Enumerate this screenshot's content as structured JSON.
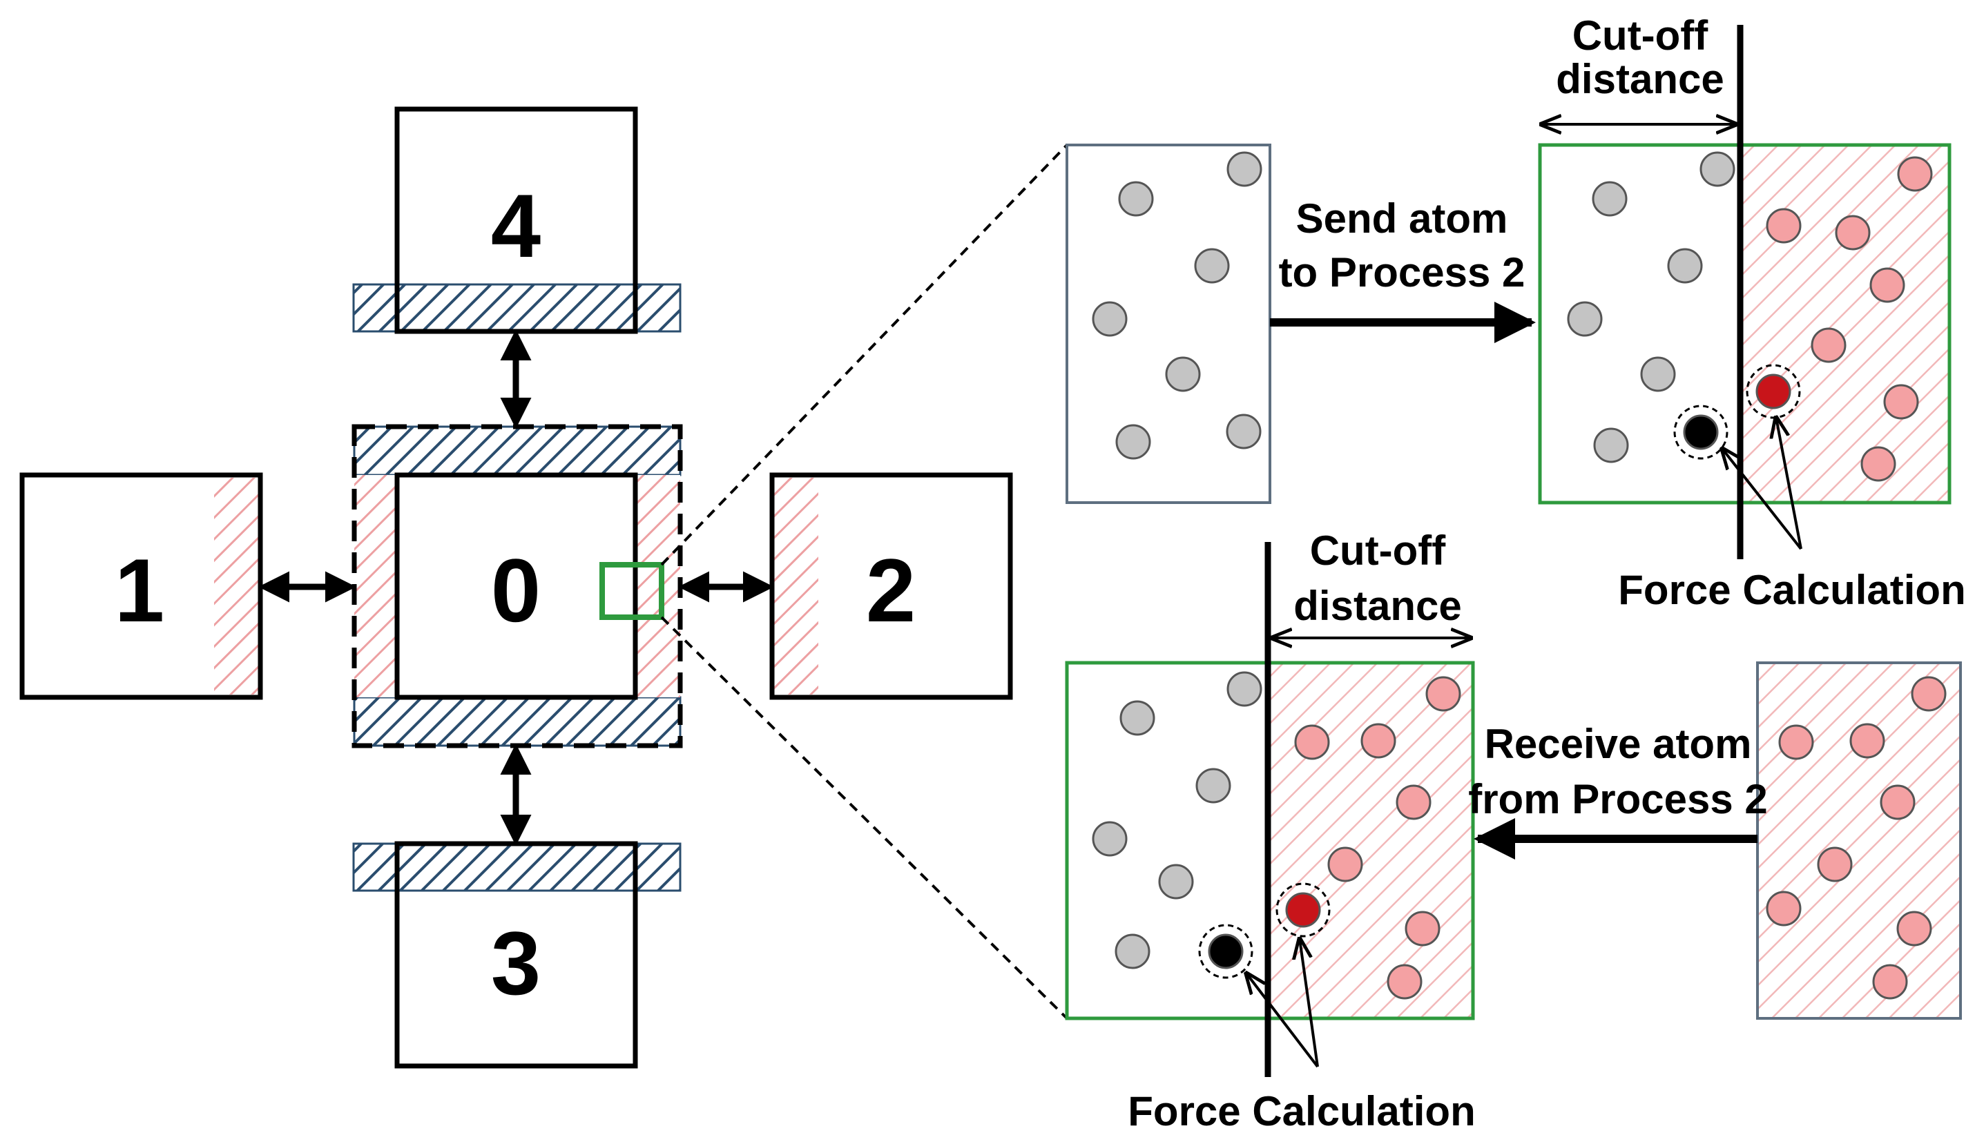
{
  "process_labels": {
    "p0": "0",
    "p1": "1",
    "p2": "2",
    "p3": "3",
    "p4": "4"
  },
  "top_panel": {
    "cutoff_line1": "Cut-off",
    "cutoff_line2": "distance",
    "arrow_line1": "Send atom",
    "arrow_line2": "to Process 2",
    "force_label": "Force Calculation"
  },
  "bottom_panel": {
    "cutoff_line1": "Cut-off",
    "cutoff_line2": "distance",
    "arrow_line1": "Receive atom",
    "arrow_line2": "from Process 2",
    "force_label": "Force Calculation"
  },
  "colors": {
    "local_atom": "#c4c4c4",
    "ghost_atom": "#f4a1a3",
    "focus_atom_ghost": "#c8141a",
    "focus_atom_local": "#000000",
    "ghost_region_hatch": "#eda0a2",
    "halo_y_hatch": "#2a4d6e",
    "highlight_box": "#2e9a3e"
  }
}
